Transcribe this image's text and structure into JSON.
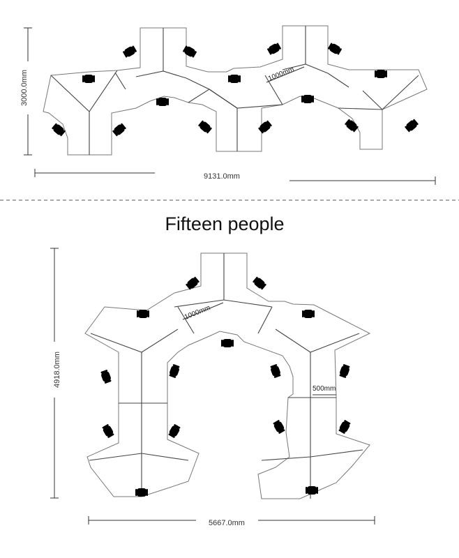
{
  "top_layout": {
    "height_dim": "3000.0mm",
    "width_dim": "9131.0mm",
    "module_label": "1000mm"
  },
  "separator_title": "Fifteen people",
  "bottom_layout": {
    "height_dim": "4918.0mm",
    "width_dim": "5667.0mm",
    "module_label": "1000mm",
    "gap_label": "500mm"
  }
}
